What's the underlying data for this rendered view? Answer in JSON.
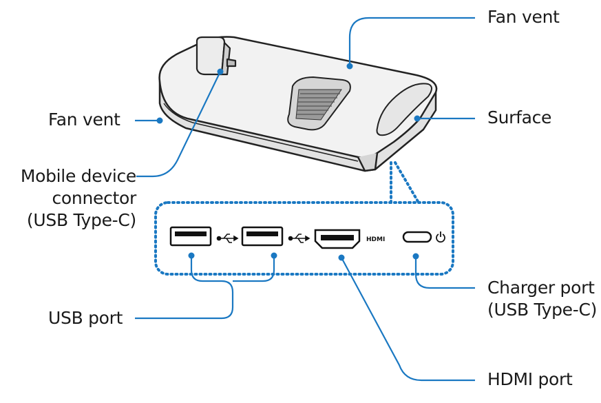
{
  "labels": {
    "fan_vent_top": "Fan vent",
    "surface": "Surface",
    "fan_vent_left": "Fan vent",
    "mobile_connector": [
      "Mobile device",
      "connector",
      "(USB Type-C)"
    ],
    "usb_port": "USB port",
    "charger_port": [
      "Charger port",
      "(USB Type-C)"
    ],
    "hdmi_port": "HDMI port"
  },
  "port_markings": {
    "hdmi": "HDMI"
  },
  "icons": [
    "usb-icon",
    "usb-icon",
    "power-icon"
  ],
  "colors": {
    "leader_line": "#1a78c2",
    "outline": "#222222",
    "device_fill": "#f0f0f0",
    "vent_fill": "#c8c8c8",
    "text": "#1a1a1a"
  }
}
